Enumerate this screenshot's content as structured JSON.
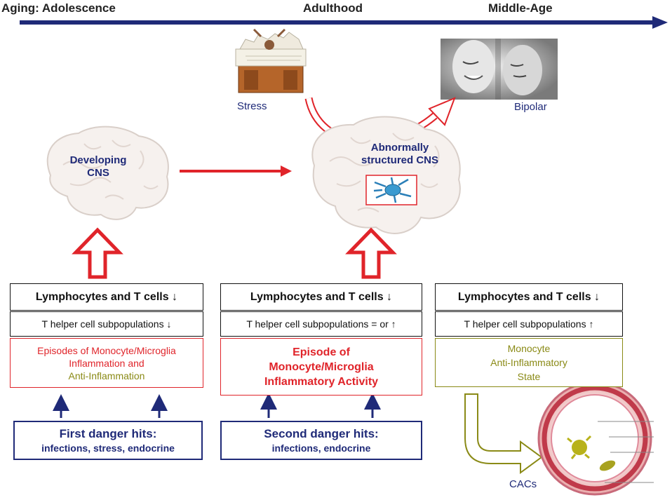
{
  "timeline": {
    "stage_1": "Aging: Adolescence",
    "stage_2": "Adulthood",
    "stage_3": "Middle-Age"
  },
  "images": {
    "stress_label": "Stress",
    "bipolar_label": "Bipolar"
  },
  "brains": {
    "left_line1": "Developing",
    "left_line2": "CNS",
    "right_line1": "Abnormally",
    "right_line2": "structured CNS"
  },
  "columns": [
    {
      "lymph": "Lymphocytes and T cells ↓",
      "th": "T helper cell subpopulations  ↓",
      "inflammation_line1": "Episodes of Monocyte/Microglia",
      "inflammation_line2": "Inflammation and",
      "inflammation_line3": "Anti-Inflammation",
      "danger_title": "First  danger hits:",
      "danger_detail": "infections, stress, endocrine"
    },
    {
      "lymph": "Lymphocytes and T cells ↓",
      "th": "T helper cell subpopulations  = or ↑",
      "inflammation_line1": "Episode of",
      "inflammation_line2": "Monocyte/Microglia",
      "inflammation_line3": "Inflammatory Activity",
      "danger_title": "Second  danger hits:",
      "danger_detail": "infections, endocrine"
    },
    {
      "lymph": "Lymphocytes and T cells ↓",
      "th": "T helper cell subpopulations  ↑",
      "inflammation_line1": "Monocyte",
      "inflammation_line2": "Anti-Inflammatory",
      "inflammation_line3": "State"
    }
  ],
  "vessel": {
    "label": "CACs"
  },
  "colors": {
    "navy": "#1f2a78",
    "red": "#e0242a",
    "olive": "#8a8a16"
  }
}
